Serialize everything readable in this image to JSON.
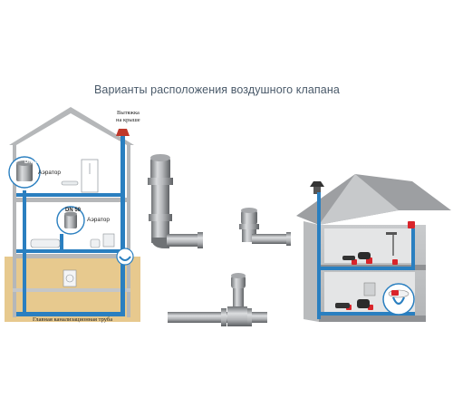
{
  "title": "Варианты расположения воздушного клапана",
  "left_house": {
    "roof_vent_label_line1": "Вытяжка",
    "roof_vent_label_line2": "на крыше",
    "dn110_label": "DN 110",
    "dn50_label": "DN 50",
    "aerator_label_1": "Аэратор",
    "aerator_label_2": "Аэратор",
    "main_pipe_label": "Главная канализационная труба"
  },
  "colors": {
    "pipe_blue": "#2a7fc0",
    "house_gray": "#a7a9ab",
    "valve_red": "#d9252b",
    "ground": "#e7c98e",
    "valve_gray": "#8e9093"
  }
}
